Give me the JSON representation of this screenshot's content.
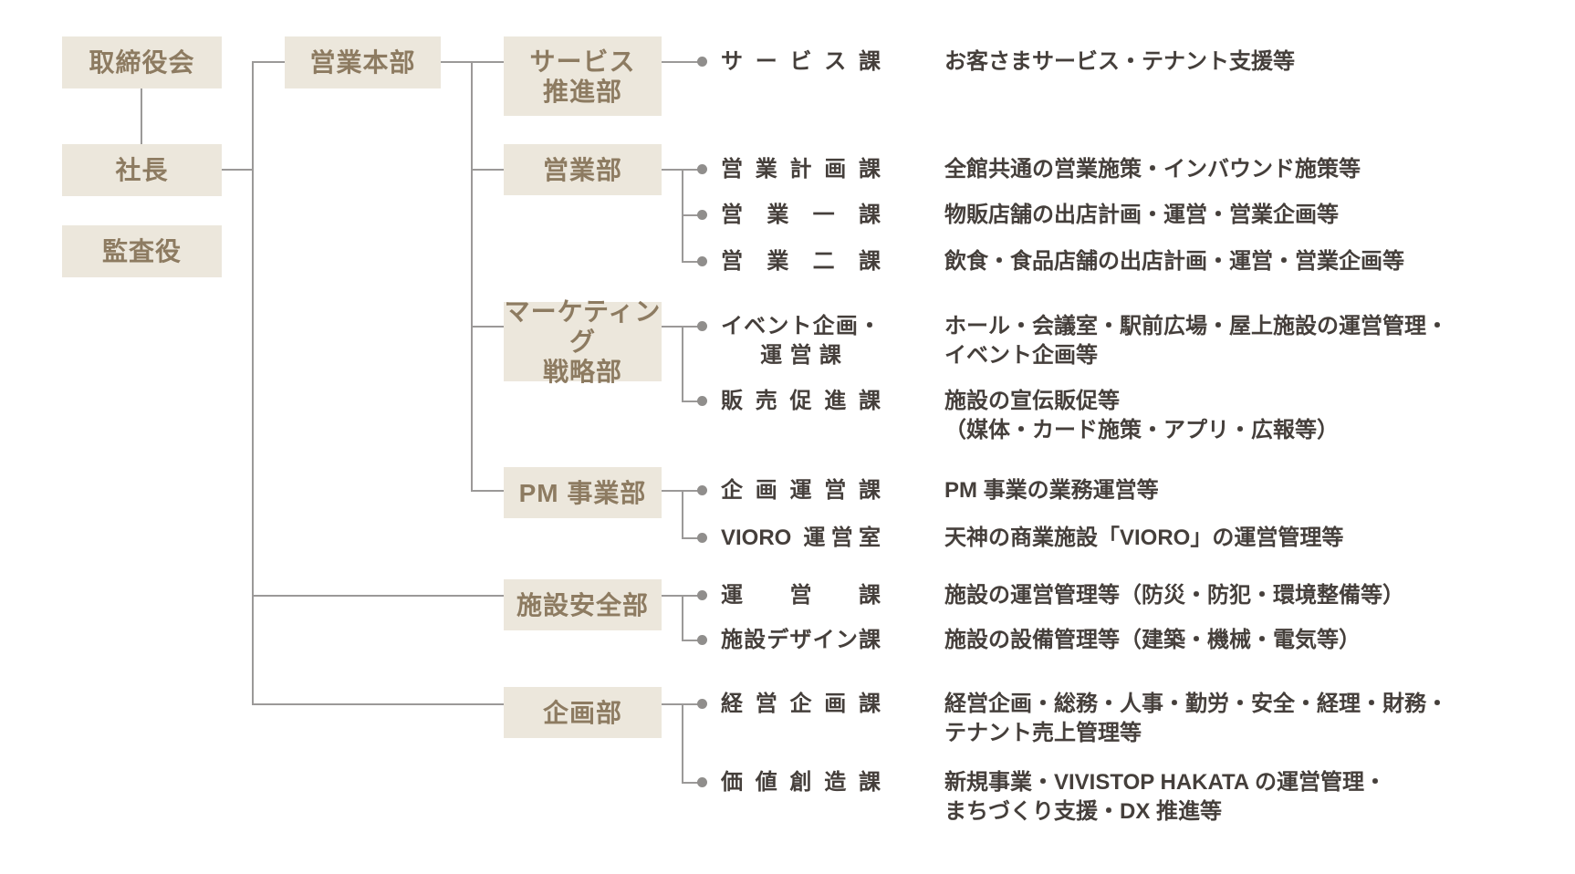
{
  "palette": {
    "box_bg": "#ECE7DC",
    "box_text": "#8D7B61",
    "line": "#9B9998",
    "dot": "#908E8C",
    "text": "#453F3B",
    "bg": "#FFFFFF"
  },
  "leadership": {
    "board": "取締役会",
    "president": "社長",
    "auditor": "監査役"
  },
  "division": {
    "sales_hq": "営業本部"
  },
  "departments": [
    {
      "lines": [
        "サービス",
        "推進部"
      ]
    },
    {
      "lines": [
        "営業部"
      ]
    },
    {
      "lines": [
        "マーケティング",
        "戦略部"
      ]
    },
    {
      "lines": [
        "PM 事業部"
      ]
    },
    {
      "lines": [
        "施設安全部"
      ]
    },
    {
      "lines": [
        "企画部"
      ]
    }
  ],
  "sections": [
    {
      "name": "サービス課",
      "desc": [
        "お客さまサービス・テナント支援等"
      ]
    },
    {
      "name": "営業計画課",
      "desc": [
        "全館共通の営業施策・インバウンド施策等"
      ]
    },
    {
      "name": "営業一課",
      "desc": [
        "物販店舗の出店計画・運営・営業企画等"
      ]
    },
    {
      "name": "営業二課",
      "desc": [
        "飲食・食品店舗の出店計画・運営・営業企画等"
      ]
    },
    {
      "name_lines": [
        "イベント企画・",
        "運営課"
      ],
      "desc": [
        "ホール・会議室・駅前広場・屋上施設の運営管理・",
        "イベント企画等"
      ]
    },
    {
      "name": "販売促進課",
      "desc": [
        "施設の宣伝販促等",
        "（媒体・カード施策・アプリ・広報等）"
      ]
    },
    {
      "name": "企画運営課",
      "desc": [
        "PM 事業の業務運営等"
      ]
    },
    {
      "name": "VIORO 運営室",
      "desc": [
        "天神の商業施設「VIORO」の運営管理等"
      ]
    },
    {
      "name": "運営課",
      "desc": [
        "施設の運営管理等（防災・防犯・環境整備等）"
      ]
    },
    {
      "name": "施設デザイン課",
      "desc": [
        "施設の設備管理等（建築・機械・電気等）"
      ]
    },
    {
      "name": "経営企画課",
      "desc": [
        "経営企画・総務・人事・勤労・安全・経理・財務・",
        "テナント売上管理等"
      ]
    },
    {
      "name": "価値創造課",
      "desc": [
        "新規事業・VIVISTOP HAKATA の運営管理・",
        "まちづくり支援・DX 推進等"
      ]
    }
  ]
}
